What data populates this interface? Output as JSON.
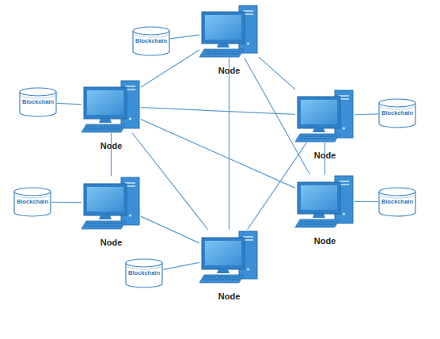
{
  "diagram": {
    "nodes": [
      {
        "text": [
          "Blockchain"
        ]
      },
      {
        "text": [
          "Node"
        ]
      },
      {
        "text": [
          "Blockchain"
        ]
      },
      {
        "text": [
          "Node"
        ]
      },
      {
        "text": [
          "Node"
        ]
      },
      {
        "text": [
          "Blockchain"
        ]
      },
      {
        "text": [
          "Blockchain"
        ]
      },
      {
        "text": [
          "Node"
        ]
      },
      {
        "text": [
          "Node"
        ]
      },
      {
        "text": [
          "Blockchain"
        ]
      },
      {
        "text": [
          "Blockchain"
        ]
      },
      {
        "text": [
          "Node"
        ]
      }
    ],
    "edges": [
      {
        "from": 0,
        "to": 1,
        "arrow": "none"
      },
      {
        "from": 2,
        "to": 3,
        "arrow": "none"
      },
      {
        "from": 4,
        "to": 5,
        "arrow": "none"
      },
      {
        "from": 6,
        "to": 7,
        "arrow": "none"
      },
      {
        "from": 8,
        "to": 9,
        "arrow": "none"
      },
      {
        "from": 10,
        "to": 11,
        "arrow": "none"
      },
      {
        "from": 1,
        "to": 3,
        "arrow": "none"
      },
      {
        "from": 1,
        "to": 4,
        "arrow": "none"
      },
      {
        "from": 1,
        "to": 8,
        "arrow": "none"
      },
      {
        "from": 1,
        "to": 11,
        "arrow": "none"
      },
      {
        "from": 3,
        "to": 4,
        "arrow": "none"
      },
      {
        "from": 3,
        "to": 8,
        "arrow": "none"
      },
      {
        "from": 3,
        "to": 11,
        "arrow": "none"
      },
      {
        "from": 3,
        "to": 7,
        "arrow": "none"
      },
      {
        "from": 4,
        "to": 8,
        "arrow": "none"
      },
      {
        "from": 4,
        "to": 11,
        "arrow": "none"
      },
      {
        "from": 7,
        "to": 11,
        "arrow": "none"
      }
    ]
  }
}
